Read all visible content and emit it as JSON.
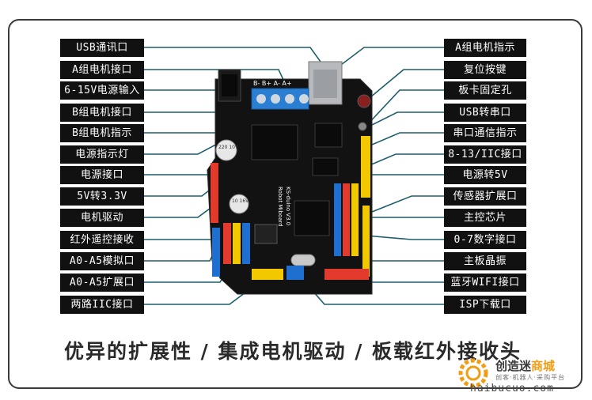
{
  "left_labels": [
    "USB通讯口",
    "A组电机接口",
    "6-15V电源输入",
    "B组电机接口",
    "B组电机指示",
    "电源指示灯",
    "电源接口",
    "5V转3.3V",
    "电机驱动",
    "红外遥控接收",
    "A0-A5模拟口",
    "A0-A5扩展口",
    "两路IIC接口"
  ],
  "right_labels": [
    "A组电机指示",
    "复位按键",
    "板卡固定孔",
    "USB转串口",
    "串口通信指示",
    "8-13/IIC接口",
    "电源转5V",
    "传感器扩展口",
    "主控芯片",
    "0-7数字接口",
    "主板晶振",
    "蓝牙WIFI接口",
    "ISP下载口"
  ],
  "caption": "优异的扩展性 / 集成电机驱动 / 板载红外接收头",
  "board": {
    "line1": "Robot Miboard",
    "line2": "KS-duino V3.0",
    "terminal_text": "B- B+ A- A+",
    "cap1": "220 10V",
    "cap2": "10 16V"
  },
  "watermark": {
    "name_a": "创造",
    "name_b": "迷",
    "name_c": "商城",
    "sub": "创客·机器人·采购平台",
    "url": "haibucuo.com"
  },
  "colors": {
    "label_bg": "#111111",
    "line": "#1d5e6b",
    "board": "#121212",
    "header_red": "#e23b2e",
    "header_yellow": "#f2c800",
    "header_blue": "#1f6fd1"
  }
}
